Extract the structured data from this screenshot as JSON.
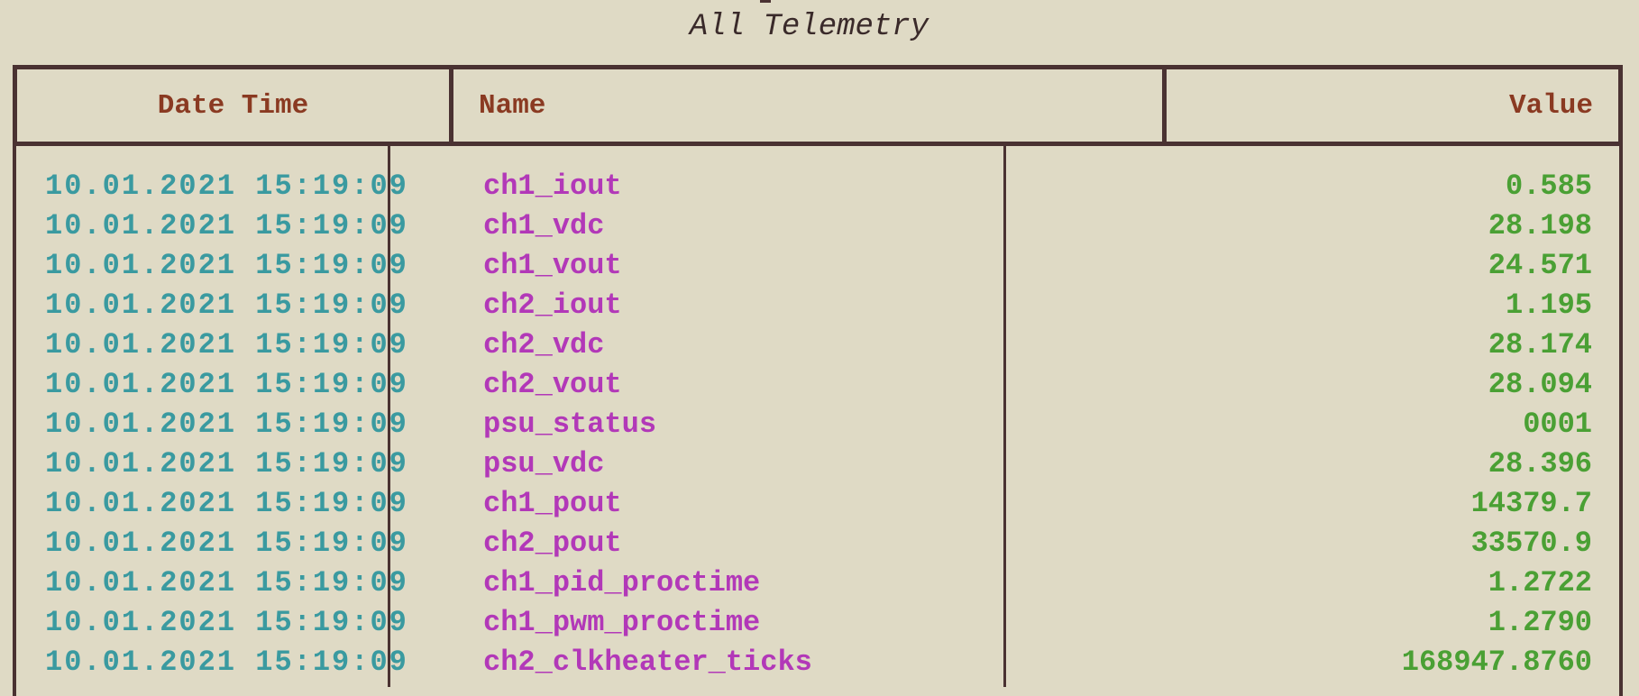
{
  "page": {
    "subtitle": "All Telemetry"
  },
  "table": {
    "headers": {
      "date_time": "Date Time",
      "name": "Name",
      "value": "Value"
    },
    "rows": [
      {
        "date_time": "10.01.2021 15:19:09",
        "name": "ch1_iout",
        "value": "0.585"
      },
      {
        "date_time": "10.01.2021 15:19:09",
        "name": "ch1_vdc",
        "value": "28.198"
      },
      {
        "date_time": "10.01.2021 15:19:09",
        "name": "ch1_vout",
        "value": "24.571"
      },
      {
        "date_time": "10.01.2021 15:19:09",
        "name": "ch2_iout",
        "value": "1.195"
      },
      {
        "date_time": "10.01.2021 15:19:09",
        "name": "ch2_vdc",
        "value": "28.174"
      },
      {
        "date_time": "10.01.2021 15:19:09",
        "name": "ch2_vout",
        "value": "28.094"
      },
      {
        "date_time": "10.01.2021 15:19:09",
        "name": "psu_status",
        "value": "0001"
      },
      {
        "date_time": "10.01.2021 15:19:09",
        "name": "psu_vdc",
        "value": "28.396"
      },
      {
        "date_time": "10.01.2021 15:19:09",
        "name": "ch1_pout",
        "value": "14379.7"
      },
      {
        "date_time": "10.01.2021 15:19:09",
        "name": "ch2_pout",
        "value": "33570.9"
      },
      {
        "date_time": "10.01.2021 15:19:09",
        "name": "ch1_pid_proctime",
        "value": "1.2722"
      },
      {
        "date_time": "10.01.2021 15:19:09",
        "name": "ch1_pwm_proctime",
        "value": "1.2790"
      },
      {
        "date_time": "10.01.2021 15:19:09",
        "name": "ch2_clkheater_ticks",
        "value": "168947.8760"
      }
    ]
  },
  "colors": {
    "background": "#dfdac5",
    "border": "#4a3232",
    "header_text": "#8a3a22",
    "date_text": "#3a9aa0",
    "name_text": "#b238b8",
    "value_text": "#4aa034"
  }
}
